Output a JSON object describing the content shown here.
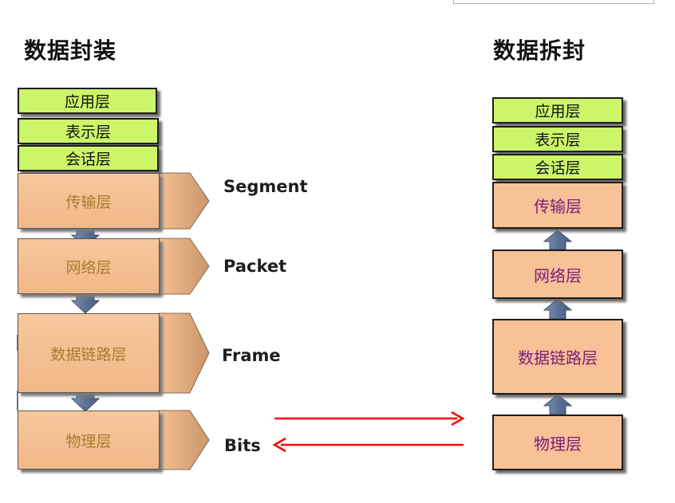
{
  "left": {
    "title": "数据封装",
    "layers": {
      "application": "应用层",
      "presentation": "表示层",
      "session": "会话层",
      "transport": "传输层",
      "network": "网络层",
      "datalink": "数据链路层",
      "physical": "物理层"
    }
  },
  "pdu": {
    "segment": "Segment",
    "packet": "Packet",
    "frame": "Frame",
    "bits": "Bits"
  },
  "right": {
    "title": "数据拆封",
    "layers": {
      "application": "应用层",
      "presentation": "表示层",
      "session": "会话层",
      "transport": "传输层",
      "network": "网络层",
      "datalink": "数据链路层",
      "physical": "物理层"
    }
  },
  "colors": {
    "upper_layer_fill": "#ccf56a",
    "lower_layer_fill": "#f6c296",
    "arrow_fill": "#62789a",
    "transmit_arrow": "#ff0000"
  }
}
